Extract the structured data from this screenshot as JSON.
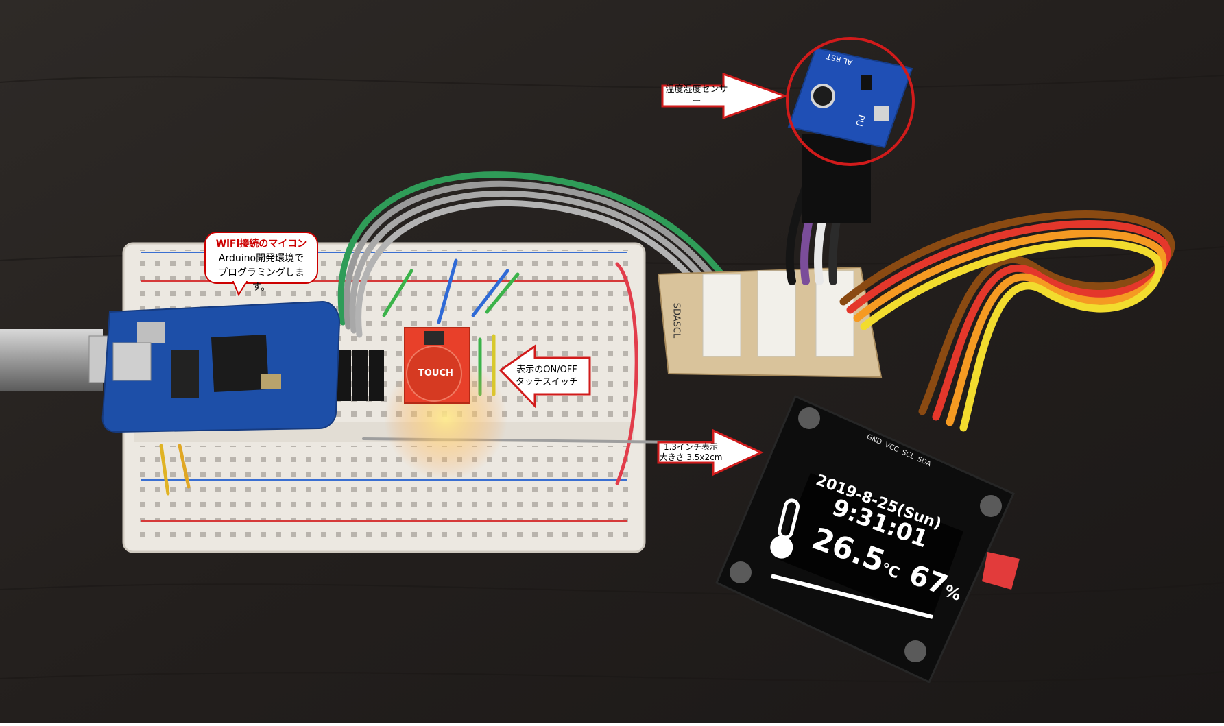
{
  "annotations": {
    "mcu_title": "WiFi接続のマイコン",
    "mcu_line2": "Arduino開発環境で",
    "mcu_line3": "プログラミングします。",
    "sensor_label": "温度湿度センサー",
    "touch_line1": "表示のON/OFF",
    "touch_line2": "タッチスイッチ",
    "display_line1": "1.3インチ表示",
    "display_line2": "大きさ 3.5x2cm"
  },
  "oled": {
    "date": "2019-8-25(Sun)",
    "time": "9:31:01",
    "temperature": "26.5",
    "temp_unit": "℃",
    "humidity": "67",
    "humidity_unit": "%",
    "pin_labels": [
      "GND",
      "VCC",
      "SCL",
      "SDA"
    ]
  },
  "touch_module": {
    "label": "TOUCH"
  },
  "sensor_board": {
    "pin_labels": "AL RST",
    "pu_label": "PU"
  },
  "connector_board": {
    "label": "SDASCL"
  },
  "colors": {
    "background": "#262321",
    "annotation_red": "#cc0000",
    "oled_text": "#ffffff",
    "pcb_blue": "#1d4fa8",
    "touch_red": "#e8402a"
  }
}
